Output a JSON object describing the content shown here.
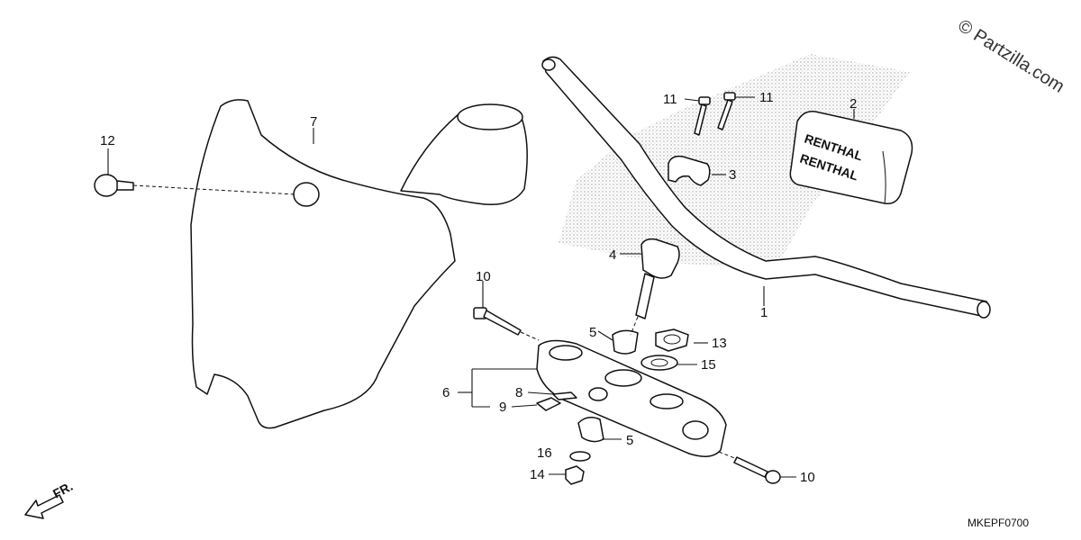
{
  "watermark": "© Partzilla.com",
  "diagram_code": "MKEPF0700",
  "front_marker": "FR.",
  "callouts": {
    "c1": "1",
    "c2": "2",
    "c3": "3",
    "c4": "4",
    "c5a": "5",
    "c5b": "5",
    "c6": "6",
    "c7": "7",
    "c8": "8",
    "c9": "9",
    "c10a": "10",
    "c10b": "10",
    "c11a": "11",
    "c11b": "11",
    "c12": "12",
    "c13": "13",
    "c14": "14",
    "c15": "15",
    "c16": "16"
  },
  "pad_brand": "RENTHAL"
}
